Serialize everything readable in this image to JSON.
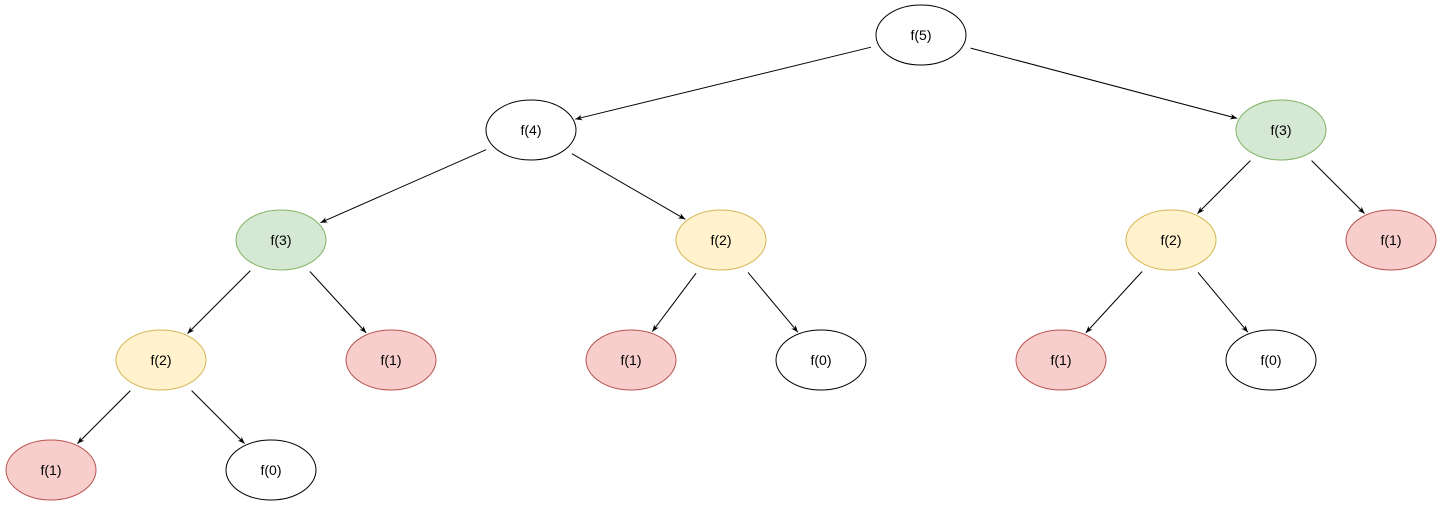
{
  "colors": {
    "white": {
      "fill": "#ffffff",
      "stroke": "#000000"
    },
    "green": {
      "fill": "#d5e8d4",
      "stroke": "#82b366"
    },
    "yellow": {
      "fill": "#fff2cc",
      "stroke": "#d6b656"
    },
    "red": {
      "fill": "#f8cecc",
      "stroke": "#b85450"
    }
  },
  "nodes": [
    {
      "id": "n5",
      "label": "f(5)",
      "color": "white"
    },
    {
      "id": "n4",
      "label": "f(4)",
      "color": "white"
    },
    {
      "id": "n3a",
      "label": "f(3)",
      "color": "green"
    },
    {
      "id": "n3b",
      "label": "f(3)",
      "color": "green"
    },
    {
      "id": "n2a",
      "label": "f(2)",
      "color": "yellow"
    },
    {
      "id": "n2b",
      "label": "f(2)",
      "color": "yellow"
    },
    {
      "id": "n2c",
      "label": "f(2)",
      "color": "yellow"
    },
    {
      "id": "n1a",
      "label": "f(1)",
      "color": "red"
    },
    {
      "id": "n1b",
      "label": "f(1)",
      "color": "red"
    },
    {
      "id": "n1c",
      "label": "f(1)",
      "color": "red"
    },
    {
      "id": "n1d",
      "label": "f(1)",
      "color": "red"
    },
    {
      "id": "n1e",
      "label": "f(1)",
      "color": "red"
    },
    {
      "id": "n0a",
      "label": "f(0)",
      "color": "white"
    },
    {
      "id": "n0b",
      "label": "f(0)",
      "color": "white"
    },
    {
      "id": "n0c",
      "label": "f(0)",
      "color": "white"
    }
  ],
  "edges": [
    {
      "from": "n5",
      "to": "n4"
    },
    {
      "from": "n5",
      "to": "n3b"
    },
    {
      "from": "n4",
      "to": "n3a"
    },
    {
      "from": "n4",
      "to": "n2b"
    },
    {
      "from": "n3a",
      "to": "n2a"
    },
    {
      "from": "n3a",
      "to": "n1d"
    },
    {
      "from": "n2a",
      "to": "n1a"
    },
    {
      "from": "n2a",
      "to": "n0a"
    },
    {
      "from": "n2b",
      "to": "n1b"
    },
    {
      "from": "n2b",
      "to": "n0b"
    },
    {
      "from": "n3b",
      "to": "n2c"
    },
    {
      "from": "n3b",
      "to": "n1e"
    },
    {
      "from": "n2c",
      "to": "n1c"
    },
    {
      "from": "n2c",
      "to": "n0c"
    }
  ]
}
